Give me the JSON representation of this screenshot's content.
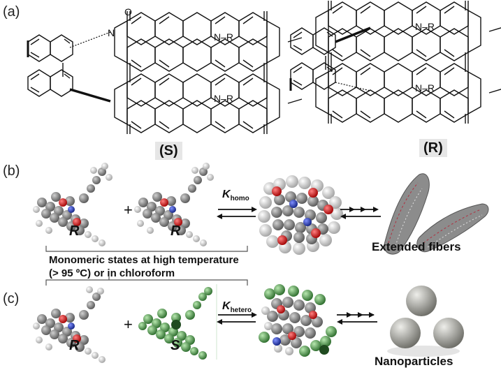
{
  "panel_a": {
    "label": "(a)",
    "left_isomer": "(S)",
    "right_isomer": "(R)",
    "atom_O": "O",
    "atom_N": "N",
    "r_group": "N–R"
  },
  "panel_b": {
    "label": "(b)",
    "mol1": "R",
    "plus": "+",
    "mol2": "R",
    "k_main": "K",
    "k_sub": "homo",
    "monomer_line1": "Monomeric states at high temperature",
    "monomer_line2": "(> 95 ºC) or in chloroform",
    "product": "Extended fibers"
  },
  "panel_c": {
    "label": "(c)",
    "mol1": "R",
    "plus": "+",
    "mol2": "S",
    "k_main": "K",
    "k_sub": "hetero",
    "product": "Nanoparticles"
  },
  "colors": {
    "carbon": "#8a8a8a",
    "hydrogen": "#e8e8e8",
    "oxygen": "#d42020",
    "nitrogen": "#2040c0",
    "s_isomer_green": "#5aa85a",
    "nanoparticle_gray": "#a8a8a0"
  }
}
